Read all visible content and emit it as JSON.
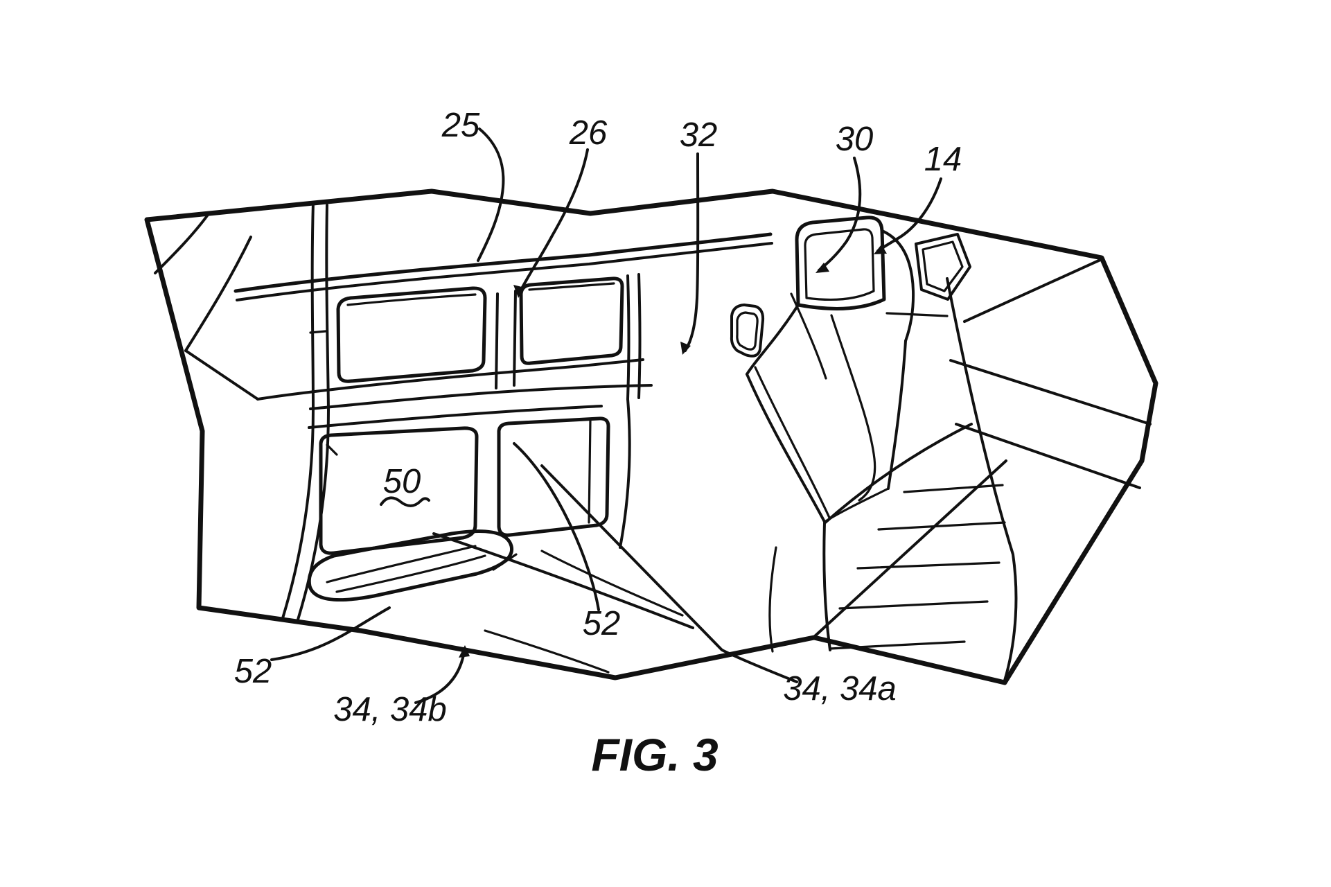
{
  "figure": {
    "caption": "FIG. 3",
    "reference_labels": [
      {
        "id": "25",
        "text": "25"
      },
      {
        "id": "26",
        "text": "26"
      },
      {
        "id": "32",
        "text": "32"
      },
      {
        "id": "30",
        "text": "30"
      },
      {
        "id": "14",
        "text": "14"
      },
      {
        "id": "50",
        "text": "50"
      },
      {
        "id": "52-left",
        "text": "52"
      },
      {
        "id": "34-34b",
        "text": "34, 34b"
      },
      {
        "id": "52-center",
        "text": "52"
      },
      {
        "id": "34-34a",
        "text": "34, 34a"
      }
    ]
  }
}
